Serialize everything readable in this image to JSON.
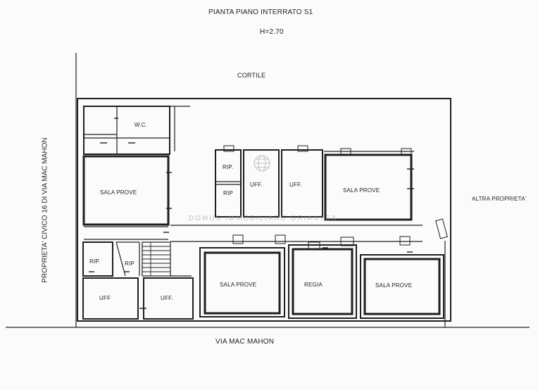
{
  "header": {
    "title": "PIANTA PIANO INTERRATO S1",
    "height_note": "H=2.70"
  },
  "surroundings": {
    "top": "CORTILE",
    "bottom": "VIA MAC MAHON",
    "left": "PROPRIETA' CIVICO 16 DI VIA MAC MAHON",
    "right": "ALTRA PROPRIETA'"
  },
  "rooms": {
    "wc": "W.C.",
    "sala_prove_left": "SALA PROVE",
    "rip_1": "RIP.",
    "rip_2": "RIP",
    "uff_1": "UFF.",
    "uff_2": "UFF.",
    "sala_prove_right_top": "SALA PROVE",
    "rip_left_lower": "RIP.",
    "rip_stair": "RIP",
    "uff_left_lower": "UFF",
    "uff_center_lower": "UFF.",
    "sala_prove_center": "SALA PROVE",
    "regia": "REGIA",
    "sala_prove_right_bottom": "SALA PROVE"
  },
  "watermark": {
    "text": "DOMUS IMMOBILIARE GRIANTEA"
  },
  "colors": {
    "line": "#1f1f1f",
    "paper": "#fbfbfb",
    "watermark": "#9a9a9a"
  }
}
